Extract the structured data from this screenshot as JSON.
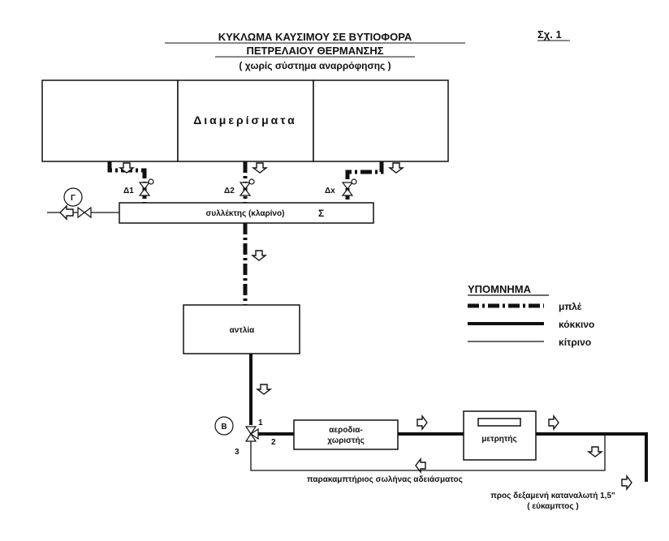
{
  "title": {
    "line1": "ΚΥΚΛΩΜΑ ΚΑΥΣΙΜΟΥ ΣΕ ΒΥΤΙΟΦΟΡΑ",
    "line2": "ΠΕΤΡΕΛΑΙΟΥ ΘΕΡΜΑΝΣΗΣ",
    "line3": "( χωρίς σύστημα αναρρόφησης )",
    "figure_number": "Σχ. 1"
  },
  "compartments": {
    "label": "Διαμερίσματα"
  },
  "valves": {
    "d1": "Δ1",
    "d2": "Δ2",
    "dx": "Δx",
    "g": "Γ",
    "b": "Β",
    "b_port1": "1",
    "b_port2": "2",
    "b_port3": "3"
  },
  "collector": {
    "label": "συλλέκτης (κλαρίνο)",
    "symbol": "Σ"
  },
  "pump": {
    "label": "αντλία"
  },
  "air_separator": {
    "line1": "αεροδια-",
    "line2": "χωριστής"
  },
  "meter": {
    "label": "μετρητής"
  },
  "bypass": {
    "label": "παρακαμπτήριος σωλήνας αδειάσματος"
  },
  "outlet": {
    "line1": "προς δεξαμενή καταναλωτή 1,5\"",
    "line2": "( εύκαμπτος )"
  },
  "legend": {
    "title": "ΥΠΟΜΝΗΜΑ",
    "items": [
      {
        "style": "dash-dot",
        "label": "μπλέ"
      },
      {
        "style": "thick",
        "label": "κόκκινο"
      },
      {
        "style": "thin",
        "label": "κίτρινο"
      }
    ]
  }
}
